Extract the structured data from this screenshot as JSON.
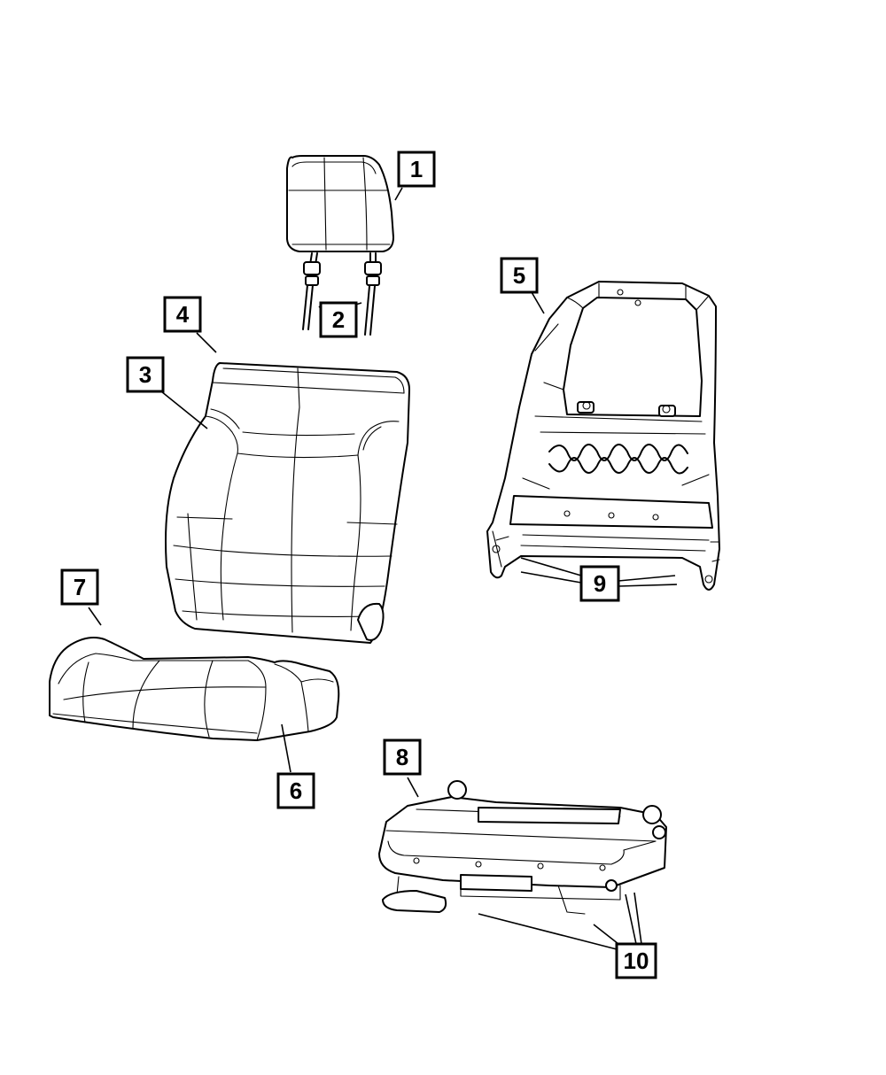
{
  "callouts": [
    {
      "id": "1",
      "label": "1"
    },
    {
      "id": "2",
      "label": "2"
    },
    {
      "id": "3",
      "label": "3"
    },
    {
      "id": "4",
      "label": "4"
    },
    {
      "id": "5",
      "label": "5"
    },
    {
      "id": "6",
      "label": "6"
    },
    {
      "id": "7",
      "label": "7"
    },
    {
      "id": "8",
      "label": "8"
    },
    {
      "id": "9",
      "label": "9"
    },
    {
      "id": "10",
      "label": "10"
    }
  ],
  "parts": [
    {
      "id": "headrest",
      "icon": "headrest-icon"
    },
    {
      "id": "headrest-guides",
      "icon": "headrest-guide-icon"
    },
    {
      "id": "seatback-cover",
      "icon": "seatback-cover-icon"
    },
    {
      "id": "seatback-cushion",
      "icon": "seatback-cushion-icon"
    },
    {
      "id": "seatback-frame",
      "icon": "seatback-frame-icon"
    },
    {
      "id": "seat-cushion-foam",
      "icon": "seat-cushion-foam-icon"
    },
    {
      "id": "seat-cushion-cover",
      "icon": "seat-cushion-cover-icon"
    },
    {
      "id": "seat-adjuster",
      "icon": "seat-adjuster-icon"
    }
  ]
}
